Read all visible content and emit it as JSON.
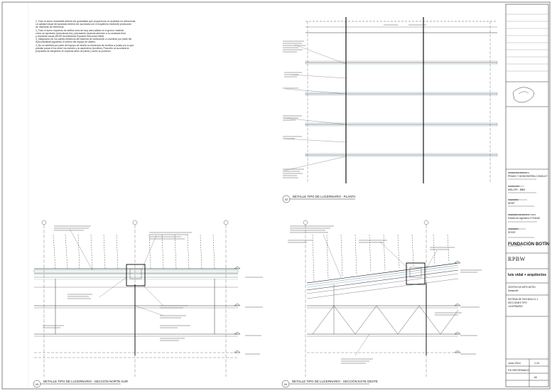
{
  "notes": {
    "lines": [
      "1_Todo el acero inoxidable deberá ser granallado que proporcione un acabado no direccional.",
      "La calidad visual del acabado deberá ser acordada con el Arquitecto mediante producción",
      "de muestras de referencia.",
      "2_Todo el acero expuesto de artifice será de muy alta calidad en el grosor material",
      "como se aprobado (estructural,etc), precisando especial atención a su acabado final",
      "y resultado visual (AESS Architectural Exposed Structural Steel).",
      "3_Integración de los cables eléctricos del sistema de iluminación a coordinar por parte del",
      "Subcontratista siguiendo el criterio del equipo de diseño.",
      "4_No se admitirá por parte del equipo de diseño la existencia de tornillos a juntas por lo que",
      "puedan pasar el luz entre los estores y la carpintería (tornillos). Para ello se acordará la",
      "propuesta de sargentos en esperas tanto de pared y suelo su posición."
    ]
  },
  "details": {
    "plan": {
      "number": "02",
      "title": "DETALLE TIPO DE LUCERNARIO - PLANTA"
    },
    "section_ns": {
      "number": "03",
      "title": "DETALLE TIPO DE LUCERNARIO - SECCIÓN NORTE-SUR"
    },
    "section_eo": {
      "number": "04",
      "title": "DETALLE TIPO DE LUCERNARIO - SECCIÓN ESTE-OESTE"
    }
  },
  "title_block": {
    "consultants": [
      {
        "role": "CONSULTOR PRINCIPAL",
        "name": "PRADO Y BONOSIERRA CONSULT"
      },
      {
        "role": "CONSULTOR",
        "name": "MÜLLER - BBM"
      },
      {
        "role": "INGENIERÍA",
        "name": "ARUP"
      },
      {
        "role": "INGENIERO DE ESTRUCTURAS",
        "name": "Estudio de ingeniería OTXANDI"
      },
      {
        "role": "INGENIERÍA",
        "name": "SOVIS"
      }
    ],
    "client": "FUNDACIÓN BOTÍN",
    "architect_logo": "RPBW",
    "architect_local": "luis vidal + arquitectos",
    "project": "CENTRO DE ARTE BOTÍN",
    "place": "Santander",
    "drawing_title": [
      "SISTEMA DE FACHADA CL-1",
      "SECCIONES TIPO",
      "LUCERNARIO"
    ],
    "date": "Junio 2014",
    "scale": "1:10",
    "phase": "P.E.REFORMADO",
    "sheet_code": "60",
    "colors": {
      "lines": "#333333",
      "glass": "#7a9aa8",
      "frame": "#000000"
    }
  }
}
